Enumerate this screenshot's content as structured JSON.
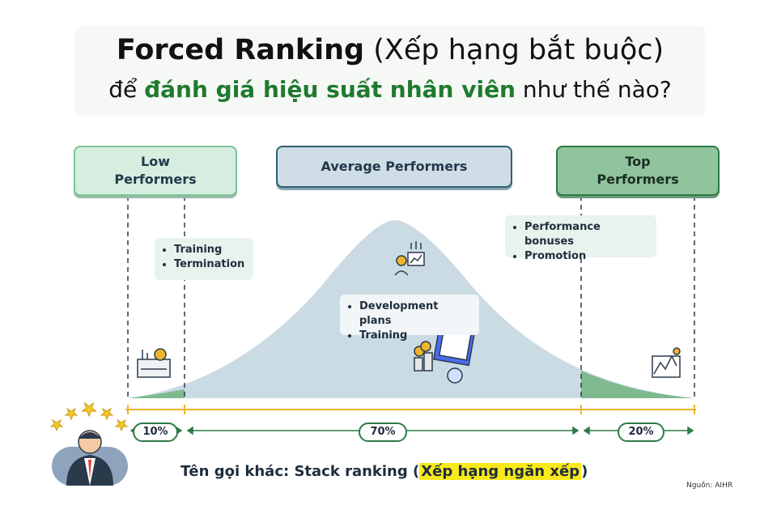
{
  "title": {
    "line1_bold": "Forced Ranking",
    "line1_rest": "(Xếp hạng bắt buộc)",
    "line2_pre": "để",
    "line2_bold": "đánh giá hiệu suất nhân viên",
    "line2_post": "như thế nào?"
  },
  "categories": {
    "low": "Low Performers",
    "average": "Average Performers",
    "top": "Top Performers"
  },
  "notes": {
    "low": [
      "Training",
      "Termination"
    ],
    "average": [
      "Development plans",
      "Training"
    ],
    "top": [
      "Performance bonuses",
      "Promotion"
    ]
  },
  "percentages": {
    "low": "10%",
    "average": "70%",
    "top": "20%"
  },
  "footer": {
    "prefix": "Tên gọi khác:  Stack ranking (",
    "highlight": "Xếp hạng ngăn xếp",
    "suffix": ")"
  },
  "source": "Nguồn: AIHR",
  "colors": {
    "curve_fill": "#cbdbe4",
    "tail_fill": "#7fba8f",
    "dash": "#2b3a4a",
    "axis": "#f0b429",
    "arrow": "#2e7a45"
  },
  "icons": [
    "gear-desk-icon",
    "presenter-icon",
    "report-coins-icon",
    "chart-growth-icon",
    "employee-avatar-icon",
    "star-icon"
  ]
}
